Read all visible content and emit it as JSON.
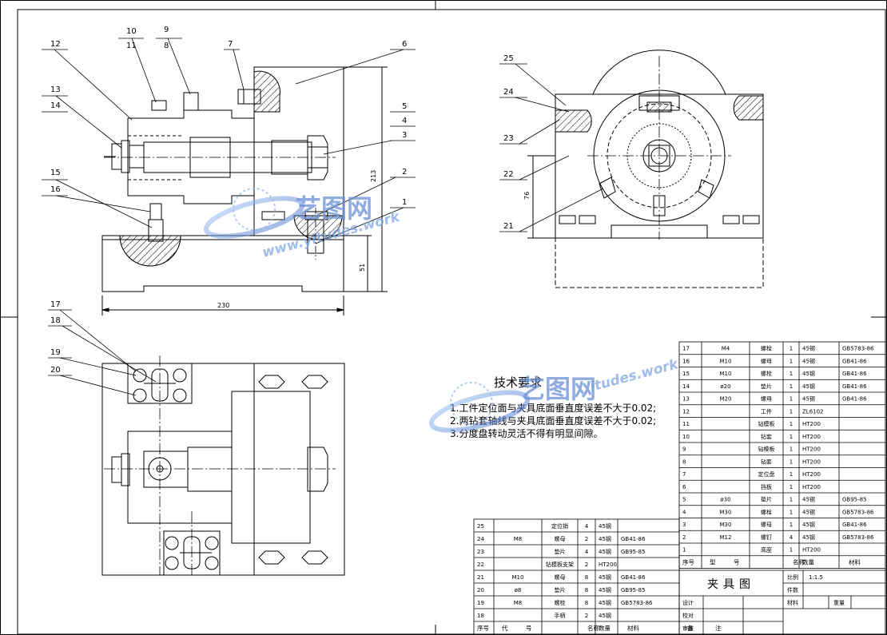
{
  "balloons": [
    "1",
    "2",
    "3",
    "4",
    "5",
    "6",
    "7",
    "8",
    "9",
    "10",
    "11",
    "12",
    "13",
    "14",
    "15",
    "16",
    "17",
    "18",
    "19",
    "20",
    "21",
    "22",
    "23",
    "24",
    "25"
  ],
  "dimensions": {
    "width_230": "230",
    "height_213": "213",
    "height_51": "51",
    "height_76": "76"
  },
  "tech_req": {
    "title": "技术要求",
    "lines": [
      "1.工件定位面与夹具底面垂直度误差不大于0.02;",
      "2.两钻套轴线与夹具底面垂直度误差不大于0.02;",
      "3.分度盘转动灵活不得有明显间隙。"
    ]
  },
  "watermark": {
    "cn": "艺图网",
    "en": "www.yitudes.work",
    "en2": "itudes.work"
  },
  "bom_right": [
    [
      "17",
      "M4",
      "螺栓",
      "1",
      "45钢",
      "GB5783-86"
    ],
    [
      "16",
      "M10",
      "螺母",
      "1",
      "45钢",
      "GB41-86"
    ],
    [
      "15",
      "M10",
      "螺栓",
      "1",
      "45钢",
      "GB41-86"
    ],
    [
      "14",
      "ø20",
      "垫片",
      "1",
      "45钢",
      "GB41-86"
    ],
    [
      "13",
      "M20",
      "螺母",
      "1",
      "45钢",
      "GB41-86"
    ],
    [
      "12",
      "",
      "工件",
      "1",
      "ZL6102",
      ""
    ],
    [
      "11",
      "",
      "钻模板",
      "1",
      "HT200",
      ""
    ],
    [
      "10",
      "",
      "钻套",
      "1",
      "HT200",
      ""
    ],
    [
      "9",
      "",
      "钻模板",
      "1",
      "HT200",
      ""
    ],
    [
      "8",
      "",
      "钻套",
      "1",
      "HT200",
      ""
    ],
    [
      "7",
      "",
      "定位盘",
      "1",
      "HT200",
      ""
    ],
    [
      "6",
      "",
      "挡板",
      "1",
      "HT200",
      ""
    ],
    [
      "5",
      "ø30",
      "垫片",
      "1",
      "45钢",
      "GB95-85"
    ],
    [
      "4",
      "M30",
      "螺栓",
      "1",
      "45钢",
      "GB5783-86"
    ],
    [
      "3",
      "M30",
      "螺母",
      "1",
      "45钢",
      "GB41-86"
    ],
    [
      "2",
      "M12",
      "螺钉",
      "4",
      "45钢",
      "GB5783-86"
    ],
    [
      "1",
      "",
      "底座",
      "1",
      "HT200",
      ""
    ]
  ],
  "bom_right_header": [
    "序号",
    "型",
    "号",
    "名称",
    "数量",
    "材料",
    "备",
    "注"
  ],
  "bom_left": [
    [
      "25",
      "",
      "定位销",
      "4",
      "45钢",
      ""
    ],
    [
      "24",
      "M8",
      "螺母",
      "2",
      "45钢",
      "GB41-86"
    ],
    [
      "23",
      "",
      "垫片",
      "4",
      "45钢",
      "GB95-85"
    ],
    [
      "22",
      "",
      "钻模板支架",
      "2",
      "HT200",
      ""
    ],
    [
      "21",
      "M10",
      "螺母",
      "8",
      "45钢",
      "GB41-86"
    ],
    [
      "20",
      "ø8",
      "垫片",
      "8",
      "45钢",
      "GB95-85"
    ],
    [
      "19",
      "M8",
      "螺栓",
      "8",
      "45钢",
      "GB5783-86"
    ],
    [
      "18",
      "",
      "手柄",
      "2",
      "45钢",
      ""
    ]
  ],
  "bom_left_header": [
    "序号",
    "代",
    "号",
    "名称",
    "数量",
    "材料",
    "备",
    "注"
  ],
  "title_block": {
    "title": "夹具图",
    "scale_label": "比例",
    "scale_value": "1:1.5",
    "count_label": "件数",
    "material_label": "材料",
    "weight_label": "重量",
    "design_label": "设计",
    "check_label": "校对",
    "review_label": "审核"
  }
}
